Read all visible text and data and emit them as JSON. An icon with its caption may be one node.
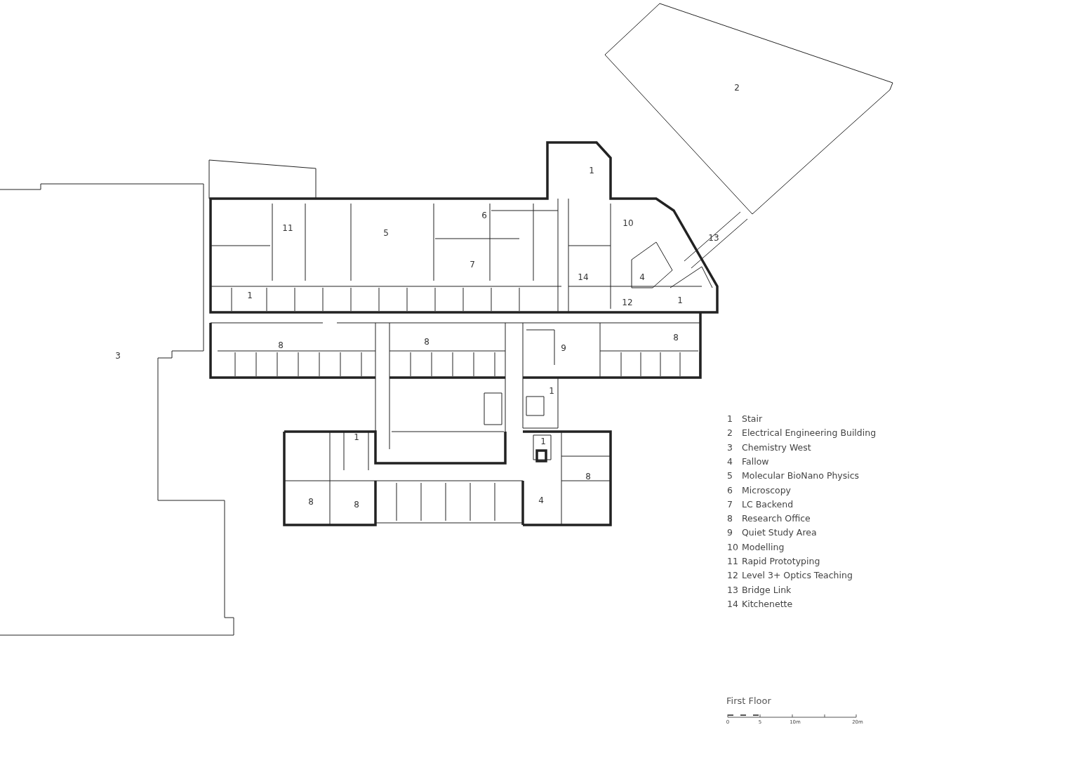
{
  "diagram": {
    "title": "First Floor",
    "labels": [
      "2",
      "1",
      "11",
      "5",
      "6",
      "10",
      "13",
      "7",
      "14",
      "4",
      "1",
      "12",
      "1",
      "8",
      "8",
      "8",
      "9",
      "3",
      "1",
      "1",
      "1",
      "8",
      "8",
      "8",
      "4",
      "1",
      "Stair",
      "2",
      "Electrical Engineering Building",
      "3",
      "Chemistry West",
      "4",
      "Fallow",
      "5",
      "Molecular BioNano Physics",
      "6",
      "Microscopy",
      "7",
      "LC Backend",
      "8",
      "Research Office",
      "9",
      "Quiet Study Area",
      "10",
      "Modelling",
      "11",
      "Rapid Prototyping",
      "12",
      "Level 3+ Optics Teaching",
      "13",
      "Bridge Link",
      "14",
      "Kitchenette",
      "0",
      "5",
      "10m",
      "20m"
    ]
  }
}
